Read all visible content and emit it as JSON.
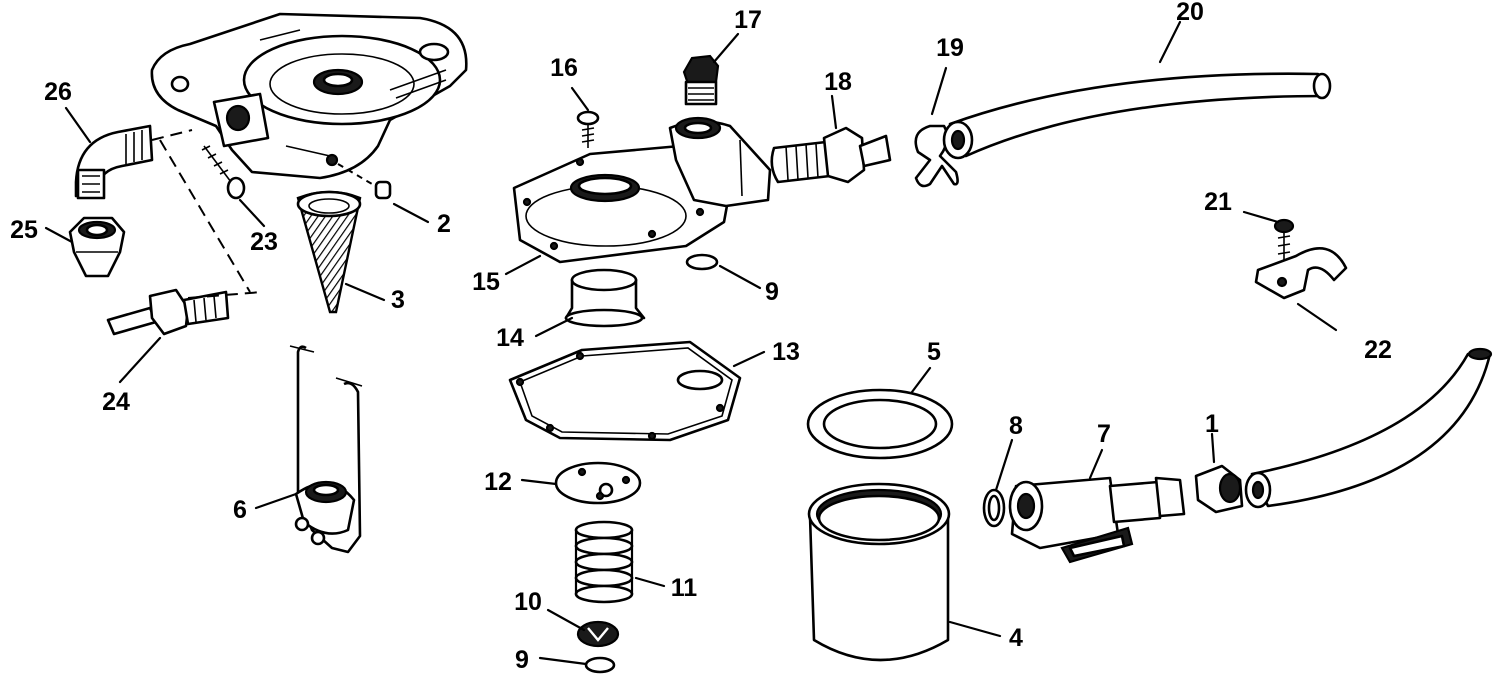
{
  "diagram": {
    "callouts": [
      {
        "id": "c1",
        "text": "1"
      },
      {
        "id": "c2",
        "text": "2"
      },
      {
        "id": "c3",
        "text": "3"
      },
      {
        "id": "c4",
        "text": "4"
      },
      {
        "id": "c5",
        "text": "5"
      },
      {
        "id": "c6",
        "text": "6"
      },
      {
        "id": "c7",
        "text": "7"
      },
      {
        "id": "c8",
        "text": "8"
      },
      {
        "id": "c9a",
        "text": "9"
      },
      {
        "id": "c9b",
        "text": "9"
      },
      {
        "id": "c10",
        "text": "10"
      },
      {
        "id": "c11",
        "text": "11"
      },
      {
        "id": "c12",
        "text": "12"
      },
      {
        "id": "c13",
        "text": "13"
      },
      {
        "id": "c14",
        "text": "14"
      },
      {
        "id": "c15",
        "text": "15"
      },
      {
        "id": "c16",
        "text": "16"
      },
      {
        "id": "c17",
        "text": "17"
      },
      {
        "id": "c18",
        "text": "18"
      },
      {
        "id": "c19",
        "text": "19"
      },
      {
        "id": "c20",
        "text": "20"
      },
      {
        "id": "c21",
        "text": "21"
      },
      {
        "id": "c22",
        "text": "22"
      },
      {
        "id": "c23",
        "text": "23"
      },
      {
        "id": "c24",
        "text": "24"
      },
      {
        "id": "c25",
        "text": "25"
      },
      {
        "id": "c26",
        "text": "26"
      }
    ]
  }
}
